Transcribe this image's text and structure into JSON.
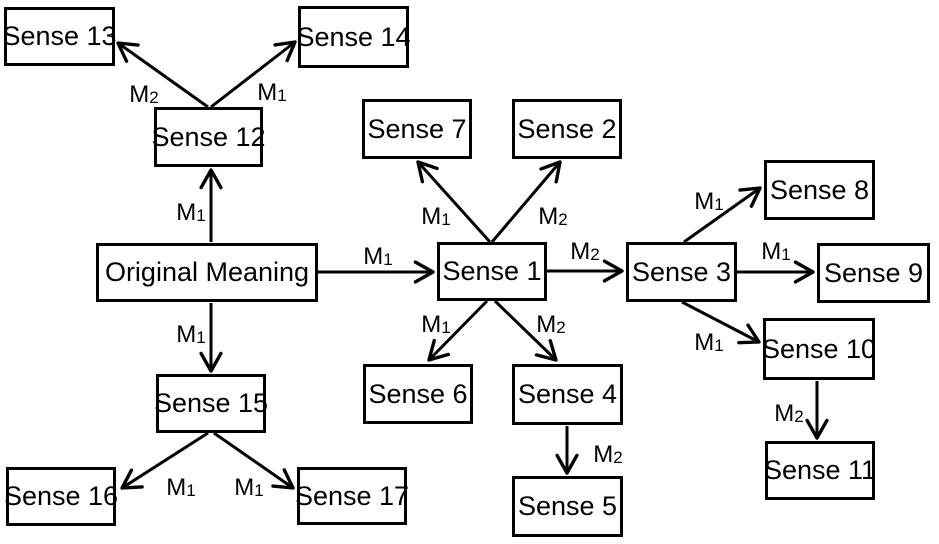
{
  "diagram": {
    "title": "Original Meaning sense-derivation diagram",
    "background_color": "#ffffff",
    "line_color": "#000000",
    "text_color": "#000000"
  },
  "nodes": [
    {
      "id": "original-meaning",
      "label": "Original Meaning"
    },
    {
      "id": "sense1",
      "label": "Sense 1"
    },
    {
      "id": "sense2",
      "label": "Sense 2"
    },
    {
      "id": "sense3",
      "label": "Sense 3"
    },
    {
      "id": "sense4",
      "label": "Sense 4"
    },
    {
      "id": "sense5",
      "label": "Sense 5"
    },
    {
      "id": "sense6",
      "label": "Sense 6"
    },
    {
      "id": "sense7",
      "label": "Sense 7"
    },
    {
      "id": "sense8",
      "label": "Sense 8"
    },
    {
      "id": "sense9",
      "label": "Sense 9"
    },
    {
      "id": "sense10",
      "label": "Sense 10"
    },
    {
      "id": "sense11",
      "label": "Sense 11"
    },
    {
      "id": "sense12",
      "label": "Sense 12"
    },
    {
      "id": "sense13",
      "label": "Sense 13"
    },
    {
      "id": "sense14",
      "label": "Sense 14"
    },
    {
      "id": "sense15",
      "label": "Sense 15"
    },
    {
      "id": "sense16",
      "label": "Sense 16"
    },
    {
      "id": "sense17",
      "label": "Sense 17"
    }
  ],
  "edges": [
    {
      "from": "original-meaning",
      "to": "sense12",
      "label_letter": "M",
      "label_sub": "1"
    },
    {
      "from": "sense12",
      "to": "sense13",
      "label_letter": "M",
      "label_sub": "2"
    },
    {
      "from": "sense12",
      "to": "sense14",
      "label_letter": "M",
      "label_sub": "1"
    },
    {
      "from": "original-meaning",
      "to": "sense1",
      "label_letter": "M",
      "label_sub": "1"
    },
    {
      "from": "sense1",
      "to": "sense7",
      "label_letter": "M",
      "label_sub": "1"
    },
    {
      "from": "sense1",
      "to": "sense2",
      "label_letter": "M",
      "label_sub": "2"
    },
    {
      "from": "sense1",
      "to": "sense3",
      "label_letter": "M",
      "label_sub": "2"
    },
    {
      "from": "sense1",
      "to": "sense6",
      "label_letter": "M",
      "label_sub": "1"
    },
    {
      "from": "sense1",
      "to": "sense4",
      "label_letter": "M",
      "label_sub": "2"
    },
    {
      "from": "sense4",
      "to": "sense5",
      "label_letter": "M",
      "label_sub": "2"
    },
    {
      "from": "sense3",
      "to": "sense8",
      "label_letter": "M",
      "label_sub": "1"
    },
    {
      "from": "sense3",
      "to": "sense9",
      "label_letter": "M",
      "label_sub": "1"
    },
    {
      "from": "sense3",
      "to": "sense10",
      "label_letter": "M",
      "label_sub": "1"
    },
    {
      "from": "sense10",
      "to": "sense11",
      "label_letter": "M",
      "label_sub": "2"
    },
    {
      "from": "original-meaning",
      "to": "sense15",
      "label_letter": "M",
      "label_sub": "1"
    },
    {
      "from": "sense15",
      "to": "sense16",
      "label_letter": "M",
      "label_sub": "1"
    },
    {
      "from": "sense15",
      "to": "sense17",
      "label_letter": "M",
      "label_sub": "1"
    }
  ]
}
